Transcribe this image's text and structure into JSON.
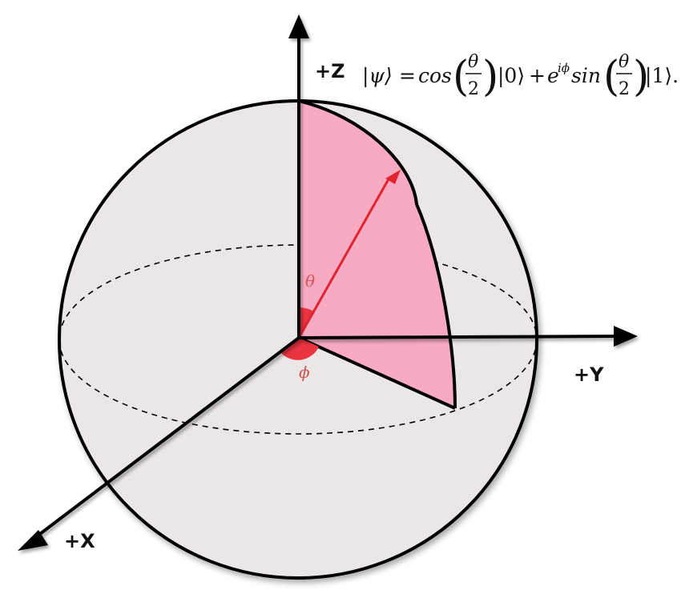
{
  "axes": {
    "z_label": "+Z",
    "y_label": "+Y",
    "x_label": "+X"
  },
  "angles": {
    "theta_label": "θ",
    "phi_label": "ϕ"
  },
  "equation": {
    "lhs": "|ψ⟩",
    "equals": "=",
    "cos": "cos",
    "theta": "θ",
    "two": "2",
    "ket0": "|0⟩",
    "plus": "+",
    "e": "e",
    "exponent": "iϕ",
    "sin": "sin",
    "ket1": "|1⟩.",
    "open_paren": "(",
    "close_paren": ")"
  },
  "colors": {
    "sphere_fill": "#eae7e6",
    "sphere_stroke": "#000000",
    "wedge_fill": "#f8aac3",
    "vector": "#e0232f",
    "angle_marker": "#ea3440",
    "angle_label": "#d3525a"
  }
}
